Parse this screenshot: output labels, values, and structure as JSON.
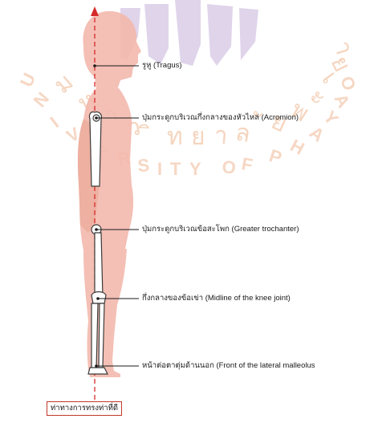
{
  "landmarks": [
    {
      "id": "tragus",
      "label": "รูหู (Tragus)"
    },
    {
      "id": "acromion",
      "label": "ปุ่มกระดูกบริเวณกึ่งกลางของหัวไหล่ (Acromion)"
    },
    {
      "id": "greater-trochanter",
      "label": "ปุ่มกระดูกบริเวณข้อสะโพก (Greater trochanter)"
    },
    {
      "id": "knee",
      "label": "กึ่งกลางของข้อเข่า (Midline of the knee joint)"
    },
    {
      "id": "malleolus",
      "label": "หน้าต่อตาตุ่มด้านนอก (Front of the lateral malleolus"
    }
  ],
  "caption": "ท่าทางการทรงท่าที่ดี",
  "watermark": {
    "arc_text": "UNIVERSITY OF PHAYAO",
    "thai_text": "มหาวิทยาลัยพะเยา",
    "colors": {
      "purple": "#c6b2d9",
      "gold": "#f2c39a"
    }
  },
  "colors": {
    "body_fill": "#f3b9ad",
    "bone_stroke": "#3b3b3b",
    "plumb_line": "#d62b2b",
    "caption_border": "#c0392b"
  }
}
